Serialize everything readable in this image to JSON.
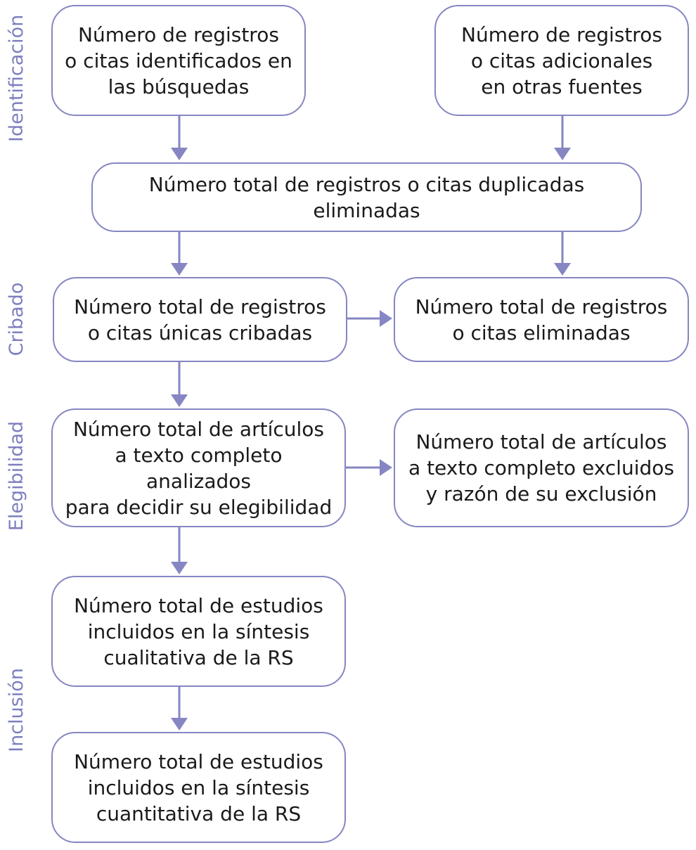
{
  "stages": {
    "identificacion": "Identificación",
    "cribado": "Cribado",
    "elegibilidad": "Elegibilidad",
    "inclusion": "Inclusión"
  },
  "boxes": {
    "registros_busquedas": "Número de registros\no citas identificados en\nlas búsquedas",
    "registros_adicionales": "Número de registros\no citas adicionales\nen otras fuentes",
    "duplicadas_eliminadas": "Número total de registros o citas duplicadas\neliminadas",
    "citas_cribadas": "Número total de registros\no citas únicas cribadas",
    "citas_eliminadas": "Número total de registros\no citas eliminadas",
    "articulos_analizados": "Número total de artículos\na texto completo analizados\npara decidir su elegibilidad",
    "articulos_excluidos": "Número total de artículos\na texto completo excluidos\ny razón de su exclusión",
    "sintesis_cualitativa": "Número total de estudios\nincluidos en la síntesis\ncualitativa de la RS",
    "sintesis_cuantitativa": "Número total de estudios\nincluidos en la síntesis\ncuantitativa de la RS"
  },
  "colors": {
    "accent": "#8586c2",
    "stage_label": "#7d7fc0",
    "text": "#1a1a1a"
  }
}
